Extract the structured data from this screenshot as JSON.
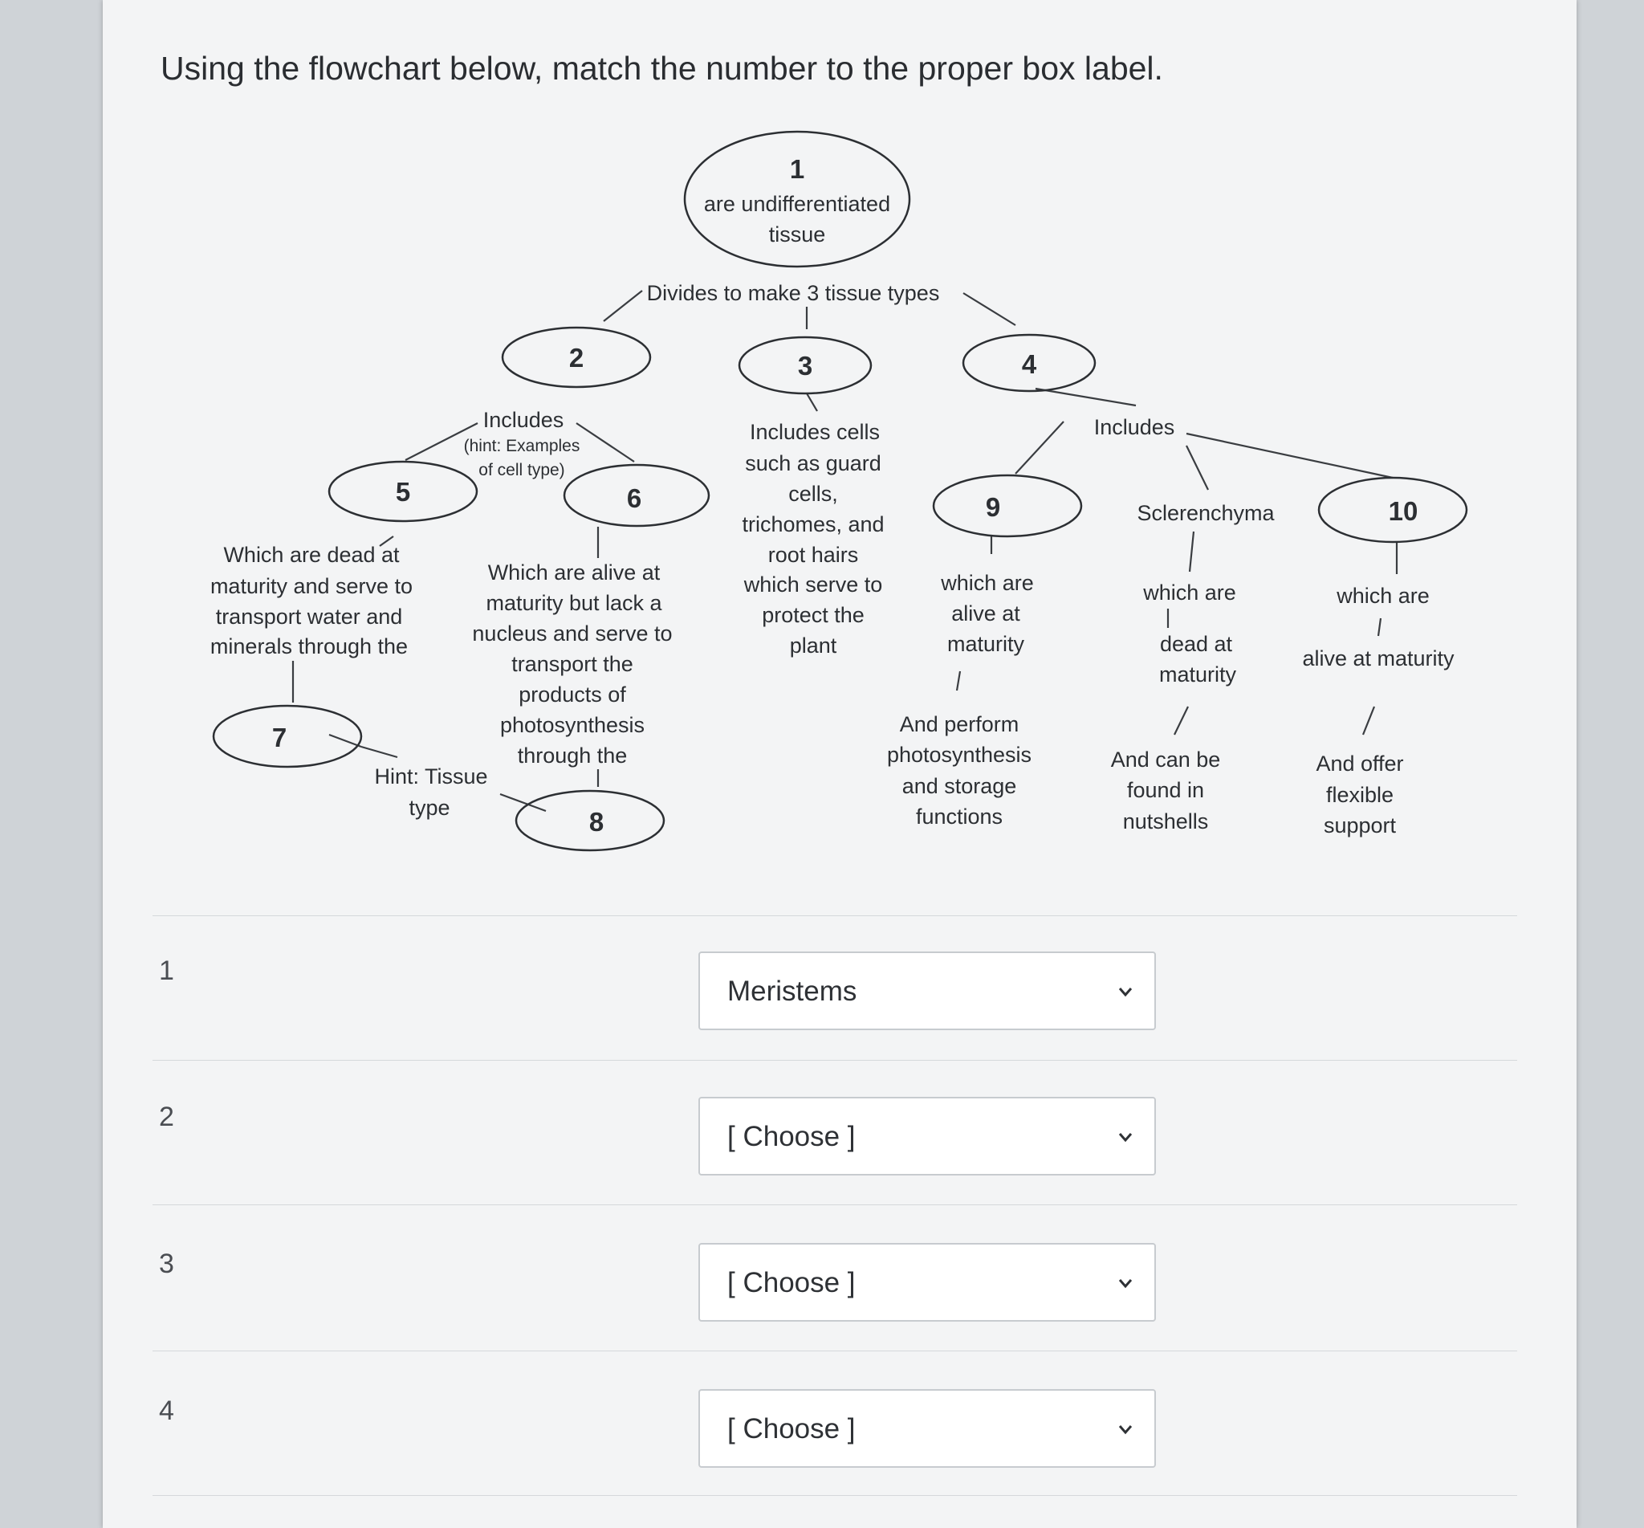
{
  "question": {
    "text": "Using the flowchart below, match the number to the proper box label."
  },
  "flowchart": {
    "n1": "1",
    "n1_text_a": "are undifferentiated",
    "n1_text_b": "tissue",
    "divides": "Divides to make 3 tissue types",
    "n2": "2",
    "n3": "3",
    "n4": "4",
    "n2_includes": "Includes",
    "n2_hint_a": "(hint: Examples",
    "n2_hint_b": "of cell type)",
    "n5": "5",
    "n6": "6",
    "n5_desc": [
      "Which are dead at",
      "maturity and serve to",
      "transport water and",
      "minerals through the"
    ],
    "n6_desc": [
      "Which are alive at",
      "maturity but lack a",
      "nucleus and serve to",
      "transport the",
      "products of",
      "photosynthesis",
      "through the"
    ],
    "n7": "7",
    "hint_tissue_a": "Hint: Tissue",
    "hint_tissue_b": "type",
    "n8": "8",
    "n3_desc": [
      "Includes cells",
      "such as guard",
      "cells,",
      "trichomes, and",
      "root hairs",
      "which serve to",
      "protect the",
      "plant"
    ],
    "n4_includes": "Includes",
    "n9": "9",
    "sclerenchyma": "Sclerenchyma",
    "n10": "10",
    "n9_desc_a": [
      "which are",
      "alive at",
      "maturity"
    ],
    "n9_desc_b": [
      "And perform",
      "photosynthesis",
      "and storage",
      "functions"
    ],
    "scl_desc_a": "which are",
    "scl_desc_b": [
      "dead at",
      "maturity"
    ],
    "scl_desc_c": [
      "And can be",
      "found in",
      "nutshells"
    ],
    "n10_desc_a": "which are",
    "n10_desc_b": "alive at maturity",
    "n10_desc_c": [
      "And offer",
      "flexible",
      "support"
    ]
  },
  "answers": [
    {
      "number": "1",
      "selected": "Meristems"
    },
    {
      "number": "2",
      "selected": "[ Choose ]"
    },
    {
      "number": "3",
      "selected": "[ Choose ]"
    },
    {
      "number": "4",
      "selected": "[ Choose ]"
    }
  ]
}
